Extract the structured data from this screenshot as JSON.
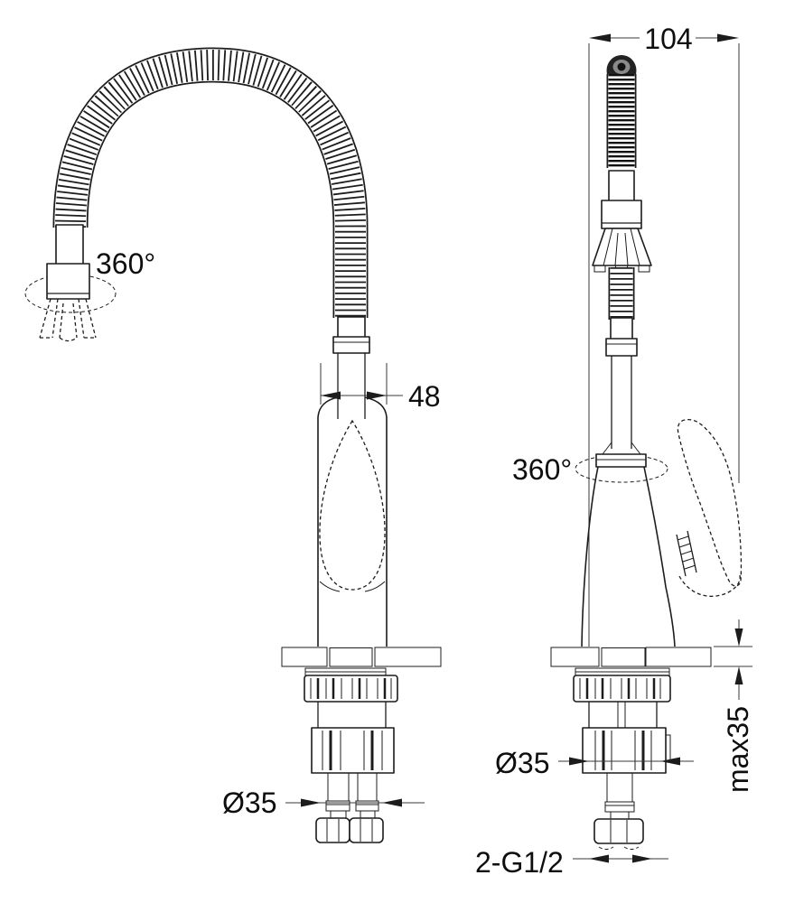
{
  "colors": {
    "line": "#1c1c1c",
    "background": "#ffffff",
    "dimension": "#3a3a3a"
  },
  "views": {
    "front": {
      "swivel_label": "360°",
      "spout_width_label": "48",
      "hole_diameter_label": "Ø35"
    },
    "side": {
      "depth_label": "104",
      "swivel_label": "360°",
      "hole_diameter_label": "Ø35",
      "max_counter_thickness_label": "max35",
      "thread_label": "2-G1/2"
    }
  }
}
